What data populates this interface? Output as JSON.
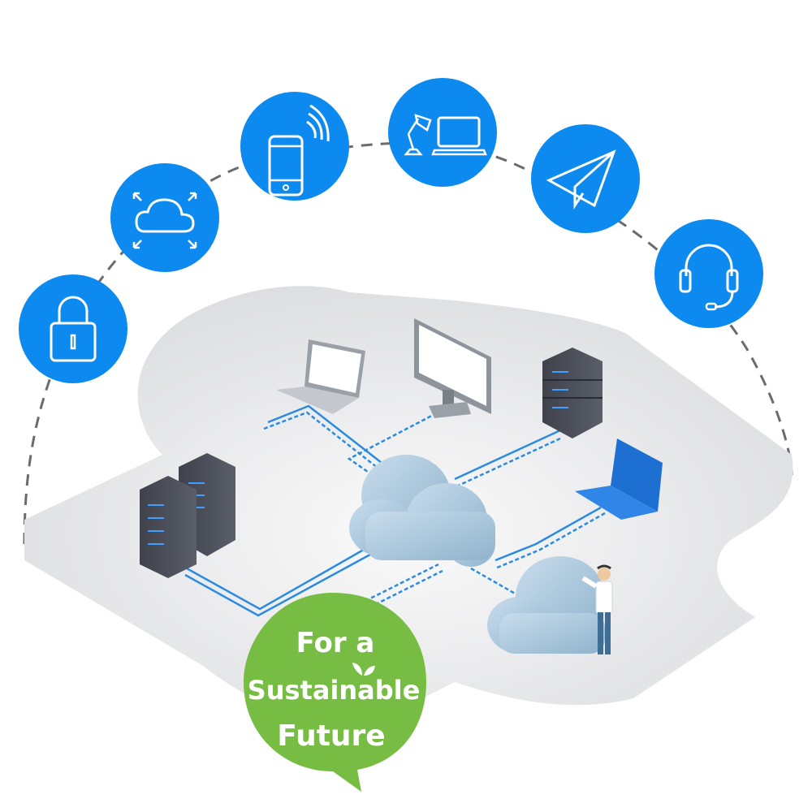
{
  "palette": {
    "icon_blue": "#0d8aef",
    "badge_green": "#77bd43",
    "platform_gray": "#e6e6e8",
    "cable_blue": "#2a8be0",
    "server_dark": "#4a4d57",
    "cloud_blue": "#9dbfd6"
  },
  "icons": [
    "padlock-icon",
    "cloud-expand-icon",
    "smartphone-wifi-icon",
    "desk-lamp-laptop-icon",
    "paper-plane-icon",
    "headset-icon"
  ],
  "badge": {
    "line1": "For a",
    "line2": "Sustainable",
    "line3": "Future",
    "leaf_icon": "leaf-icon"
  }
}
